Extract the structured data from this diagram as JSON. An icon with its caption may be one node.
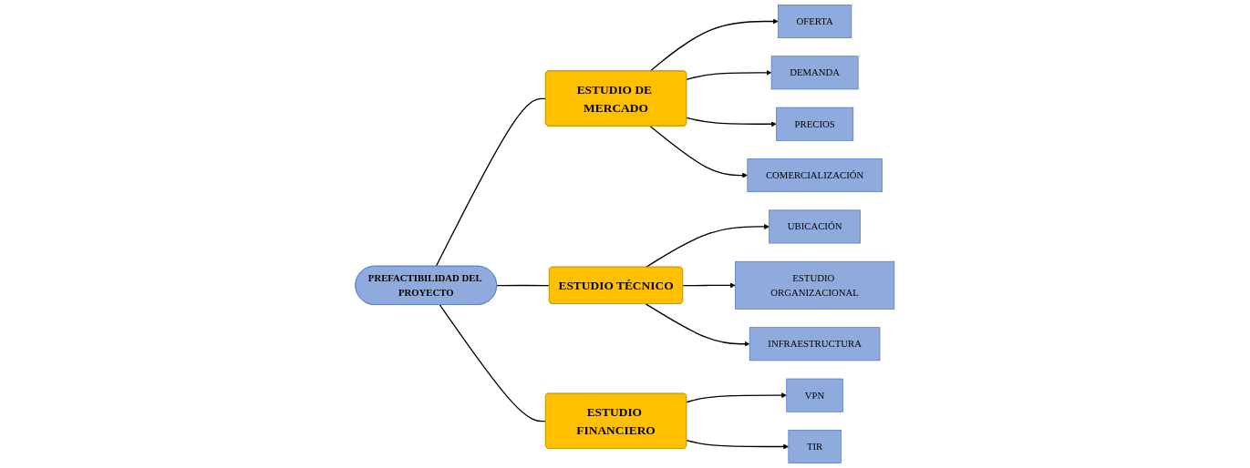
{
  "diagram": {
    "nodes": [
      {
        "text": [
          "PREFACTIBILIDAD DEL PROYECTO"
        ]
      },
      {
        "text": [
          "ESTUDIO DE MERCADO"
        ]
      },
      {
        "text": [
          "OFERTA"
        ]
      },
      {
        "text": [
          "DEMANDA"
        ]
      },
      {
        "text": [
          "PRECIOS"
        ]
      },
      {
        "text": [
          "COMERCIALIZACIÓN"
        ]
      },
      {
        "text": [
          "ESTUDIO TÉCNICO"
        ]
      },
      {
        "text": [
          "UBICACIÓN"
        ]
      },
      {
        "text": [
          "ESTUDIO ORGANIZACIONAL"
        ]
      },
      {
        "text": [
          "INFRAESTRUCTURA"
        ]
      },
      {
        "text": [
          "ESTUDIO FINANCIERO"
        ]
      },
      {
        "text": [
          "VPN"
        ]
      },
      {
        "text": [
          "TIR"
        ]
      }
    ],
    "edges": [
      {
        "from": 0,
        "to": 1,
        "arrow": "none"
      },
      {
        "from": 1,
        "to": 2,
        "arrow": "to"
      },
      {
        "from": 1,
        "to": 3,
        "arrow": "to"
      },
      {
        "from": 1,
        "to": 4,
        "arrow": "to"
      },
      {
        "from": 1,
        "to": 5,
        "arrow": "to"
      },
      {
        "from": 0,
        "to": 6,
        "arrow": "none"
      },
      {
        "from": 6,
        "to": 7,
        "arrow": "to"
      },
      {
        "from": 6,
        "to": 8,
        "arrow": "to"
      },
      {
        "from": 6,
        "to": 9,
        "arrow": "to"
      },
      {
        "from": 0,
        "to": 10,
        "arrow": "none"
      },
      {
        "from": 10,
        "to": 11,
        "arrow": "to"
      },
      {
        "from": 10,
        "to": 12,
        "arrow": "to"
      }
    ]
  }
}
